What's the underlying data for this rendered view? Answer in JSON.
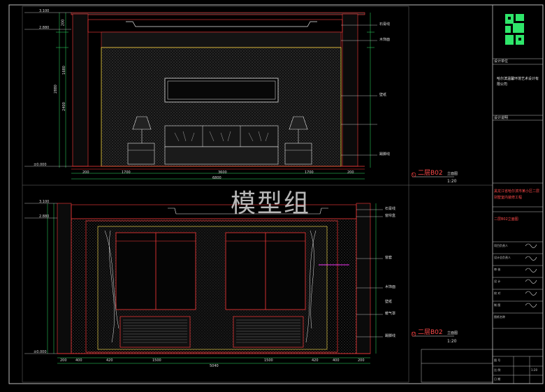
{
  "watermark": "模型组",
  "elevation_top": {
    "label": "二层B02",
    "suffix": "立面图",
    "scale": "1:20",
    "callout": "C",
    "dims_bottom": [
      "200",
      "1700",
      "3600",
      "1700",
      "200"
    ],
    "dims_total": "6800",
    "dims_left": [
      "200",
      "1680",
      "2400",
      "2880"
    ],
    "levels": [
      "3.100",
      "2.880",
      "±0.000"
    ],
    "notes": [
      "石膏线",
      "木饰面",
      "壁纸",
      "踢脚线"
    ]
  },
  "elevation_bottom": {
    "label": "二层B02",
    "suffix": "立面图",
    "scale": "1:20",
    "callout": "D",
    "dims_bottom": [
      "200",
      "400",
      "420",
      "1500",
      "1500",
      "420",
      "400",
      "200"
    ],
    "dims_total": "5040",
    "levels": [
      "3.100",
      "2.880",
      "±0.000"
    ],
    "notes": [
      "石膏线",
      "窗帘盒",
      "窗套",
      "木饰面",
      "壁纸",
      "暖气罩",
      "踢脚线"
    ]
  },
  "title_block": {
    "company": "哈尔滨温馨环境艺术设计有限公司",
    "section_notes": "设计说明",
    "project_title": "黑龙江省哈尔滨市某小区二层别墅室内装修工程",
    "drawing_name": "二层B02立面图",
    "rows": [
      "项目负责人",
      "设计总负责人",
      "审 核",
      "设 计",
      "校 对",
      "制 图",
      "图纸名称"
    ],
    "sheet_fields": [
      "图 号",
      "比 例",
      "日 期"
    ],
    "scale_value": "1:20",
    "colors": {
      "wall_line": "#ff3b3b",
      "dim_line": "#2ee66a",
      "furniture": "#e8e8e8",
      "accent": "#ffe14a",
      "highlight": "#ff40ff"
    }
  }
}
